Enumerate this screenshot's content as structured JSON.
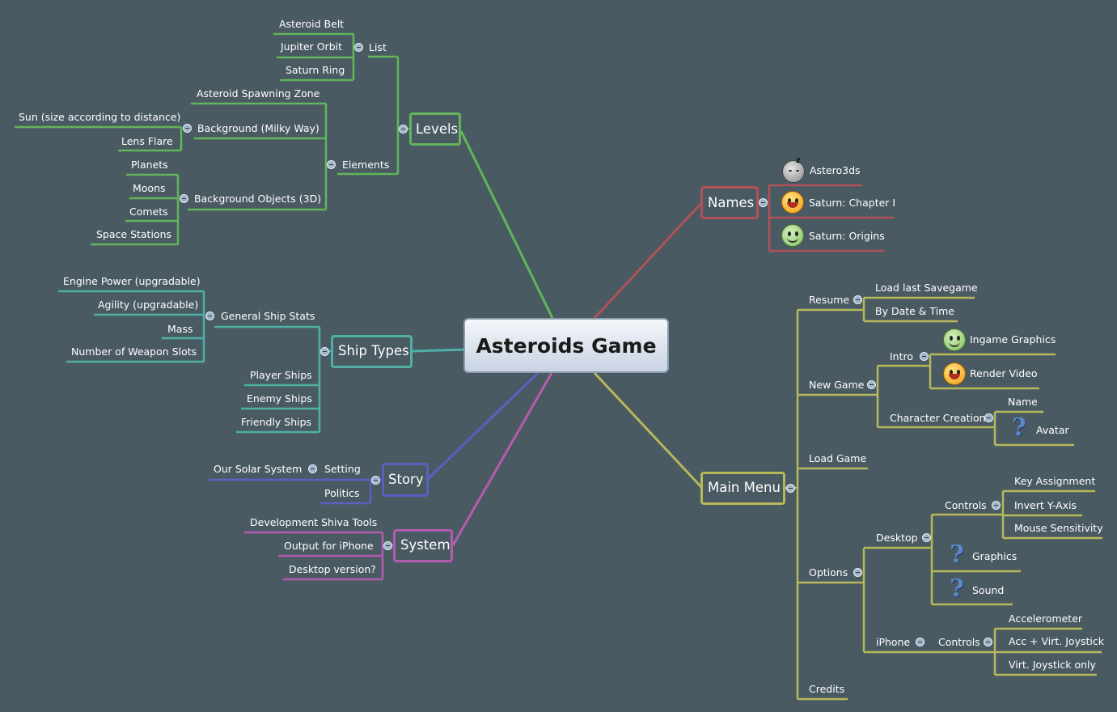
{
  "center": "Asteroids Game",
  "levels": {
    "title": "Levels",
    "list": {
      "title": "List",
      "items": [
        "Asteroid Belt",
        "Jupiter Orbit",
        "Saturn Ring"
      ]
    },
    "elements": {
      "title": "Elements",
      "spawning": "Asteroid Spawning Zone",
      "background": {
        "title": "Background (Milky Way)",
        "items": [
          "Sun (size according to distance)",
          "Lens Flare"
        ]
      },
      "objects": {
        "title": "Background Objects (3D)",
        "items": [
          "Planets",
          "Moons",
          "Comets",
          "Space Stations"
        ]
      }
    }
  },
  "ship_types": {
    "title": "Ship Types",
    "general": {
      "title": "General Ship Stats",
      "items": [
        "Engine Power (upgradable)",
        "Agility (upgradable)",
        "Mass",
        "Number of Weapon Slots"
      ]
    },
    "items": [
      "Player Ships",
      "Enemy Ships",
      "Friendly Ships"
    ]
  },
  "story": {
    "title": "Story",
    "setting": {
      "title": "Setting",
      "items": [
        "Our Solar System"
      ]
    },
    "politics": "Politics"
  },
  "system": {
    "title": "System",
    "items": [
      "Development Shiva Tools",
      "Output for iPhone",
      "Desktop version?"
    ]
  },
  "names": {
    "title": "Names",
    "items": [
      {
        "label": "Astero3ds",
        "icon": "sleepy-face-icon"
      },
      {
        "label": "Saturn: Chapter I",
        "icon": "laughing-face-icon"
      },
      {
        "label": "Saturn: Origins",
        "icon": "smiley-face-icon"
      }
    ]
  },
  "main_menu": {
    "title": "Main Menu",
    "resume": {
      "title": "Resume",
      "items": [
        "Load last Savegame",
        "By Date & Time"
      ]
    },
    "new_game": {
      "title": "New Game",
      "intro": {
        "title": "Intro",
        "items": [
          {
            "label": "Ingame Graphics",
            "icon": "smiley-face-icon"
          },
          {
            "label": "Render Video",
            "icon": "laughing-face-icon"
          }
        ]
      },
      "character": {
        "title": "Character Creation",
        "items": [
          "Name",
          "Avatar"
        ]
      }
    },
    "load_game": "Load Game",
    "options": {
      "title": "Options",
      "desktop": {
        "title": "Desktop",
        "controls": {
          "title": "Controls",
          "items": [
            "Key Assignment",
            "Invert Y-Axis",
            "Mouse Sensitivity"
          ]
        },
        "graphics": "Graphics",
        "sound": "Sound"
      },
      "iphone": {
        "title": "iPhone",
        "controls": {
          "title": "Controls",
          "items": [
            "Accelerometer",
            "Acc + Virt. Joystick",
            "Virt. Joystick only"
          ]
        }
      }
    },
    "credits": "Credits"
  },
  "colors": {
    "background": "#4a5a63",
    "levels": "#62b55a",
    "ship_types": "#4fb0a6",
    "story": "#5a60c0",
    "system": "#b25cb0",
    "names": "#b05258",
    "main_menu": "#b6b85a"
  }
}
